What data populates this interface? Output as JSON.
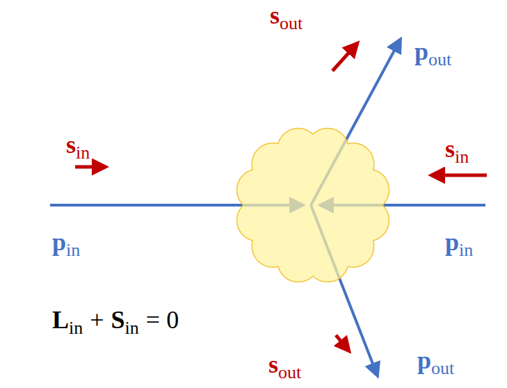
{
  "diagram": {
    "labels": [
      "s",
      "out",
      "p",
      "out",
      "s",
      "in",
      "s",
      "in",
      "p",
      "in",
      "p",
      "in",
      "L",
      "in",
      "+",
      "S",
      "in",
      "= 0",
      "s",
      "out",
      "p",
      "out"
    ]
  }
}
